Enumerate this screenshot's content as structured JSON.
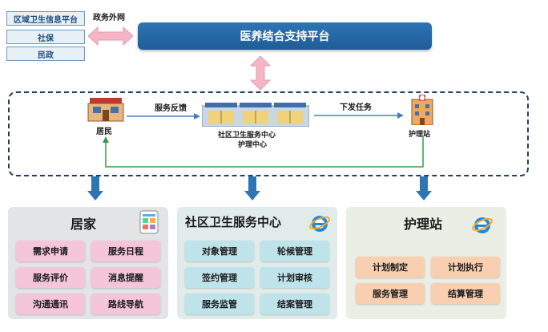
{
  "top_left": {
    "items": [
      "区域卫生信息平台",
      "社保",
      "民政"
    ],
    "link_label": "政务外网"
  },
  "platform": {
    "title": "医养结合支持平台"
  },
  "flow": {
    "resident_label": "居民",
    "feedback_label": "服务反馈",
    "center_label_line1": "社区卫生服务中心",
    "center_label_line2": "护理中心",
    "task_label": "下发任务",
    "station_label": "护理站"
  },
  "panels": {
    "home": {
      "title": "居家",
      "buttons": [
        "需求申请",
        "服务日程",
        "服务评价",
        "消息提醒",
        "沟通通讯",
        "路线导航"
      ]
    },
    "center": {
      "title": "社区卫生服务中心",
      "buttons": [
        "对象管理",
        "轮候管理",
        "签约管理",
        "计划审核",
        "服务监管",
        "结案管理"
      ]
    },
    "nurse": {
      "title": "护理站",
      "buttons": [
        "计划制定",
        "计划执行",
        "服务管理",
        "结算管理"
      ]
    }
  },
  "colors": {
    "platform_blue": "#2e74b5",
    "arrow_blue": "#2e75b6",
    "double_arrow_pink": "#f4b6c6",
    "flow_line_green": "#3a9a4a",
    "flow_line_blue": "#4a7ebb",
    "pink_button": "#f5c6d8",
    "teal_button": "#bfe3ea",
    "orange_button": "#f8cfb0"
  }
}
